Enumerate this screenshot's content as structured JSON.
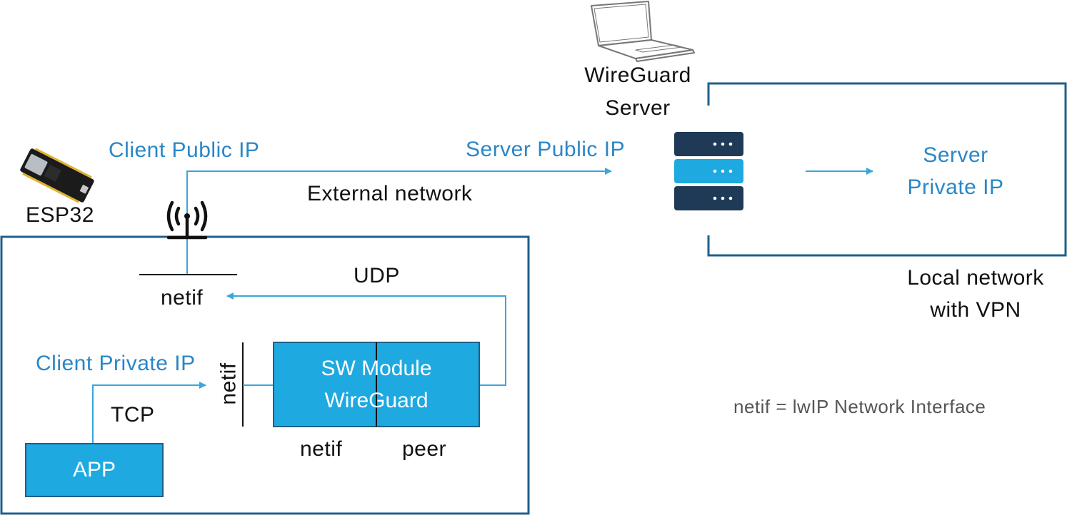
{
  "labels": {
    "esp32": "ESP32",
    "client_public_ip": "Client Public IP",
    "server_public_ip": "Server Public IP",
    "external_network": "External network",
    "wireguard_server_line1": "WireGuard",
    "wireguard_server_line2": "Server",
    "server_private_ip_line1": "Server",
    "server_private_ip_line2": "Private IP",
    "local_network_line1": "Local network",
    "local_network_line2": "with VPN",
    "udp": "UDP",
    "netif_top": "netif",
    "client_private_ip": "Client Private IP",
    "tcp": "TCP",
    "netif_vertical": "netif",
    "sw_module_line1": "SW Module",
    "sw_module_line2": "WireGuard",
    "netif_bottom": "netif",
    "peer": "peer",
    "app": "APP",
    "legend": "netif = lwIP Network Interface"
  },
  "colors": {
    "accent_blue": "#1ea9e1",
    "line_blue": "#3aa6db",
    "box_outline": "#1f5f8b",
    "server_dark": "#1f3a57",
    "server_light": "#1ea9e1",
    "text_blue": "#2a86c7"
  },
  "icons": {
    "laptop": "laptop-icon",
    "server": "server-rack-icon",
    "antenna": "wifi-antenna-icon",
    "board": "esp32-board-icon"
  }
}
